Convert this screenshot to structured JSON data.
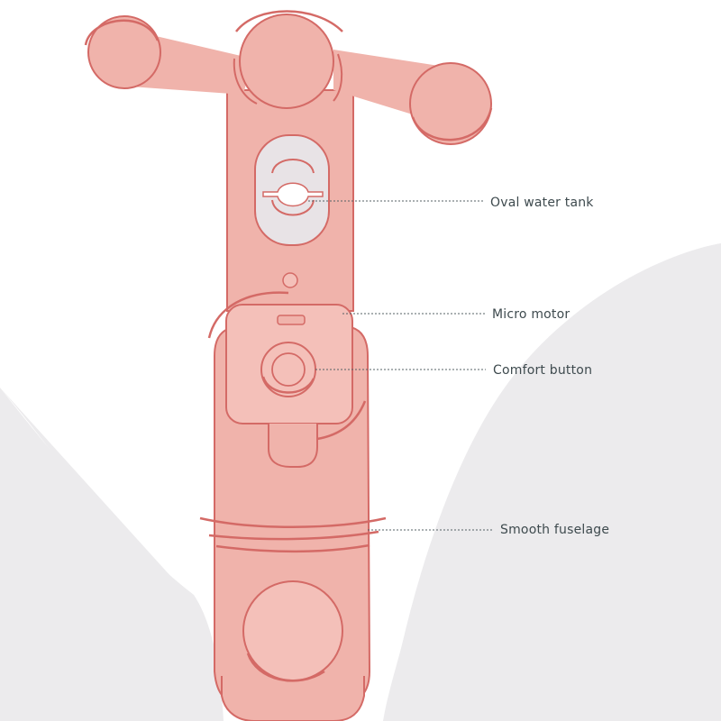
{
  "colors": {
    "background_white": "#ffffff",
    "background_shape": "#ecebed",
    "body_fill": "#f0b3ab",
    "body_fill_light": "#f4c0b9",
    "outline": "#d46a66",
    "tank_fill": "#e8e3e6",
    "label_text": "#3e4a4e",
    "leader_line": "#556065"
  },
  "callouts": [
    {
      "id": "tank",
      "label": "Oval water tank"
    },
    {
      "id": "motor",
      "label": "Micro motor"
    },
    {
      "id": "button",
      "label": "Comfort button"
    },
    {
      "id": "body",
      "label": "Smooth fuselage"
    }
  ],
  "icons": {
    "fan_blades": "fan-blade-icon",
    "water_tank": "water-tank-icon",
    "motor": "motor-icon",
    "button": "power-button-icon"
  }
}
